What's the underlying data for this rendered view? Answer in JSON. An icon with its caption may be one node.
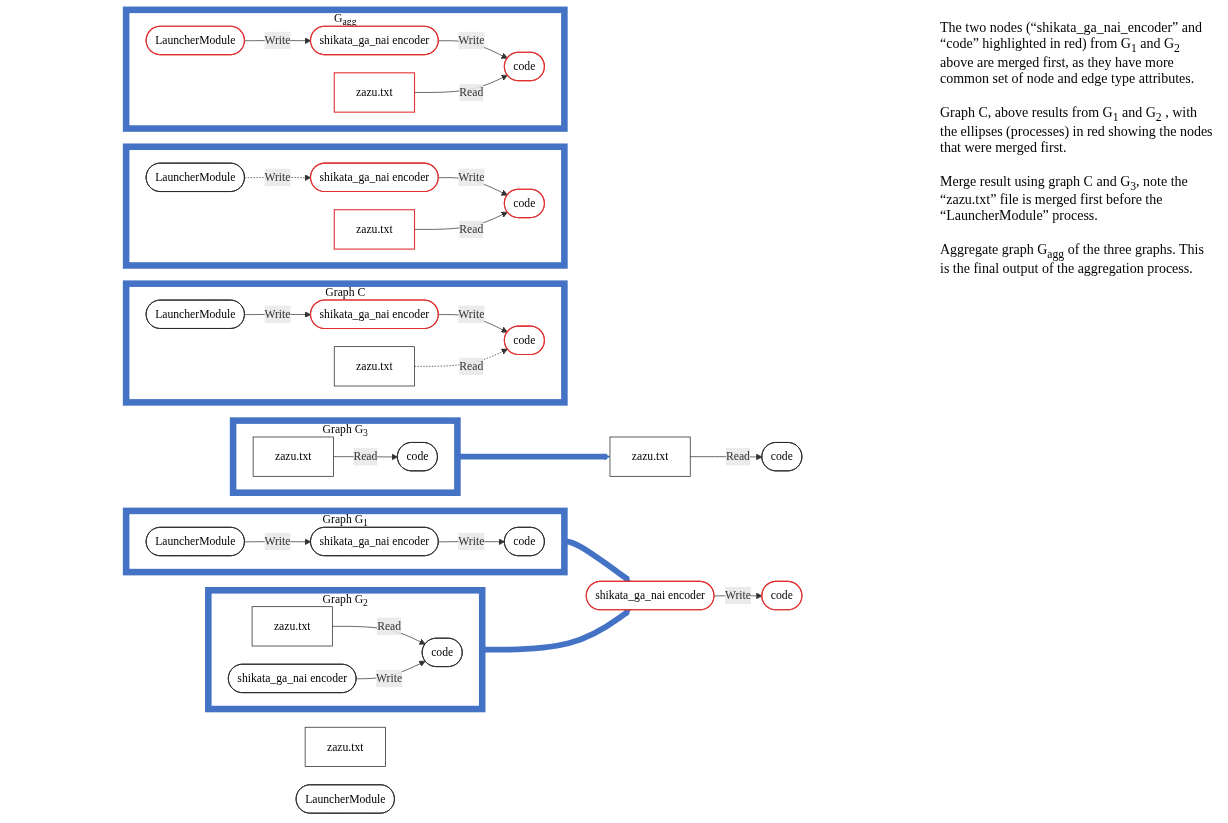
{
  "diagram": {
    "nodes": [
      {
        "text": [
          "Graph G$_{1}$"
        ]
      },
      {
        "text": [
          "LauncherModule"
        ],
        "in": 0
      },
      {
        "text": [
          "shikata_ga_nai encoder"
        ],
        "in": 0
      },
      {
        "text": [
          "code"
        ],
        "in": 0
      },
      {
        "text": [
          "Graph G$_{2}$"
        ]
      },
      {
        "text": [
          "zazu.txt"
        ],
        "in": 4
      },
      {
        "text": [
          "code"
        ],
        "in": 4
      },
      {
        "text": [
          "shikata_ga_nai encoder"
        ],
        "in": 4
      },
      {
        "text": [
          "Graph G$_{3}$"
        ]
      },
      {
        "text": [
          "zazu.txt"
        ],
        "in": 8
      },
      {
        "text": [
          "code"
        ],
        "in": 8
      },
      {
        "text": [
          "shikata_ga_nai encoder"
        ]
      },
      {
        "text": [
          "code"
        ]
      },
      {
        "text": [
          "zazu.txt"
        ]
      },
      {
        "text": [
          "LauncherModule"
        ]
      },
      {
        "text": [
          "zazu.txt"
        ]
      },
      {
        "text": [
          "code"
        ]
      },
      {
        "text": [
          "Graph C"
        ]
      },
      {
        "text": [
          "LauncherModule"
        ],
        "in": 17
      },
      {
        "text": [
          "shikata_ga_nai encoder"
        ],
        "in": 17
      },
      {
        "text": [
          "zazu.txt"
        ],
        "in": 17
      },
      {
        "text": [
          "code"
        ],
        "in": 17
      },
      {
        "text": [],
        "shape": "box"
      },
      {
        "text": [
          "LauncherModule"
        ],
        "in": 22
      },
      {
        "text": [
          "shikata_ga_nai encoder"
        ],
        "in": 22
      },
      {
        "text": [
          "zazu.txt"
        ],
        "in": 22
      },
      {
        "text": [
          "code"
        ],
        "in": 22
      },
      {
        "text": [
          "G$_{agg}$"
        ]
      },
      {
        "text": [
          "LauncherModule"
        ],
        "in": 27
      },
      {
        "text": [
          "shikata_ga_nai encoder"
        ],
        "in": 27
      },
      {
        "text": [
          "zazu.txt"
        ],
        "in": 27
      },
      {
        "text": [
          "code"
        ],
        "in": 27
      }
    ],
    "edges": [
      {
        "from": 1,
        "to": 2,
        "arrow": "to",
        "label": "Write"
      },
      {
        "from": 2,
        "to": 3,
        "arrow": "to",
        "label": "Write"
      },
      {
        "from": 5,
        "to": 6,
        "arrow": "to",
        "label": "Read"
      },
      {
        "from": 7,
        "to": 6,
        "arrow": "to",
        "label": "Write"
      },
      {
        "from": 9,
        "to": 10,
        "arrow": "to",
        "label": "Read"
      },
      {
        "from": 0,
        "to": 11,
        "arrow": "to",
        "style": "thick",
        "color": "#4472c4"
      },
      {
        "from": 4,
        "to": 11,
        "arrow": "to",
        "style": "thick",
        "color": "#4472c4"
      },
      {
        "from": 11,
        "to": 12,
        "arrow": "to",
        "label": "Write"
      },
      {
        "from": 8,
        "to": 15,
        "arrow": "to",
        "style": "thick",
        "color": "#4472c4"
      },
      {
        "from": 15,
        "to": 16,
        "arrow": "to",
        "label": "Read"
      },
      {
        "from": 18,
        "to": 19,
        "arrow": "to",
        "label": "Write"
      },
      {
        "from": 19,
        "to": 21,
        "arrow": "to",
        "label": "Write"
      },
      {
        "from": 20,
        "to": 21,
        "arrow": "to",
        "label": "Read",
        "style": "dashed"
      },
      {
        "from": 23,
        "to": 24,
        "arrow": "to",
        "label": "Write",
        "style": "dashed"
      },
      {
        "from": 24,
        "to": 26,
        "arrow": "to",
        "label": "Write"
      },
      {
        "from": 25,
        "to": 26,
        "arrow": "to",
        "label": "Read"
      },
      {
        "from": 28,
        "to": 29,
        "arrow": "to",
        "label": "Write"
      },
      {
        "from": 29,
        "to": 31,
        "arrow": "to",
        "label": "Write"
      },
      {
        "from": 30,
        "to": 31,
        "arrow": "to",
        "label": "Read"
      }
    ],
    "labels": [
      "The two nodes (“shikata_ga_nai_encoder” and “code” highlighted in red)  from G$_{1}$ and G$_{2}$ above are merged first, as they have more common set of node and edge type attributes.",
      "Graph C, above results from G$_{1}$ and G$_{2}$ , with the ellipses (processes) in red showing the nodes that were merged first.",
      "Merge result using graph C and G$_{3}$, note the “zazu.txt” file is merged first before the “LauncherModule” process.",
      "Aggregate graph G$_{agg}$ of the three graphs. This is the final output of the aggregation process."
    ]
  }
}
